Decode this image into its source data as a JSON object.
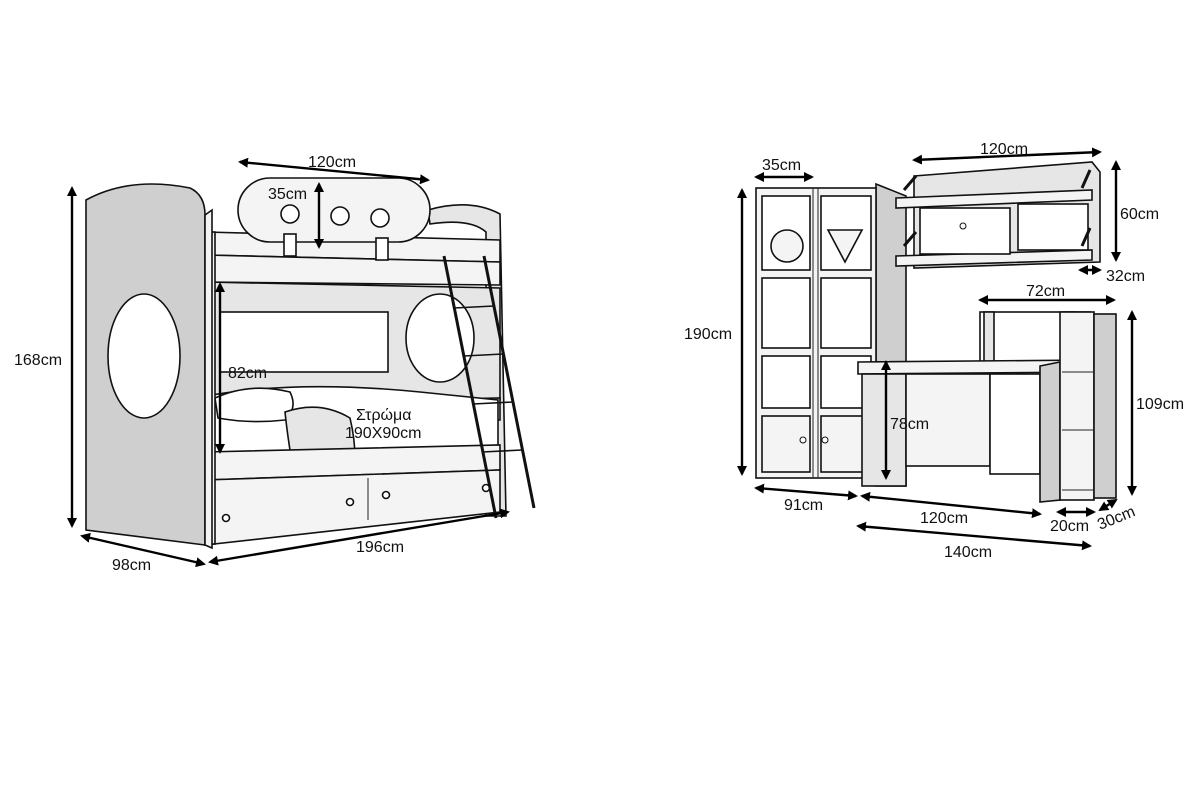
{
  "bunk_bed": {
    "width_headboard": "120cm",
    "height_headboard": "35cm",
    "lower_bunk_clearance": "82cm",
    "mattress_label": "Στρώμα",
    "mattress_size": "190X90cm",
    "total_height": "168cm",
    "depth": "98cm",
    "length": "196cm"
  },
  "desk_set": {
    "bookcase_top_width": "35cm",
    "wall_cabinet_width": "120cm",
    "wall_cabinet_height": "60cm",
    "wall_cabinet_depth": "32cm",
    "bookcase_height": "190cm",
    "desk_hutch_width": "72cm",
    "desk_hutch_height": "109cm",
    "desk_height": "78cm",
    "bookcase_width": "91cm",
    "desk_width": "120cm",
    "shelf_depth": "20cm",
    "shelf_side": "30cm",
    "desk_total_width": "140cm"
  }
}
